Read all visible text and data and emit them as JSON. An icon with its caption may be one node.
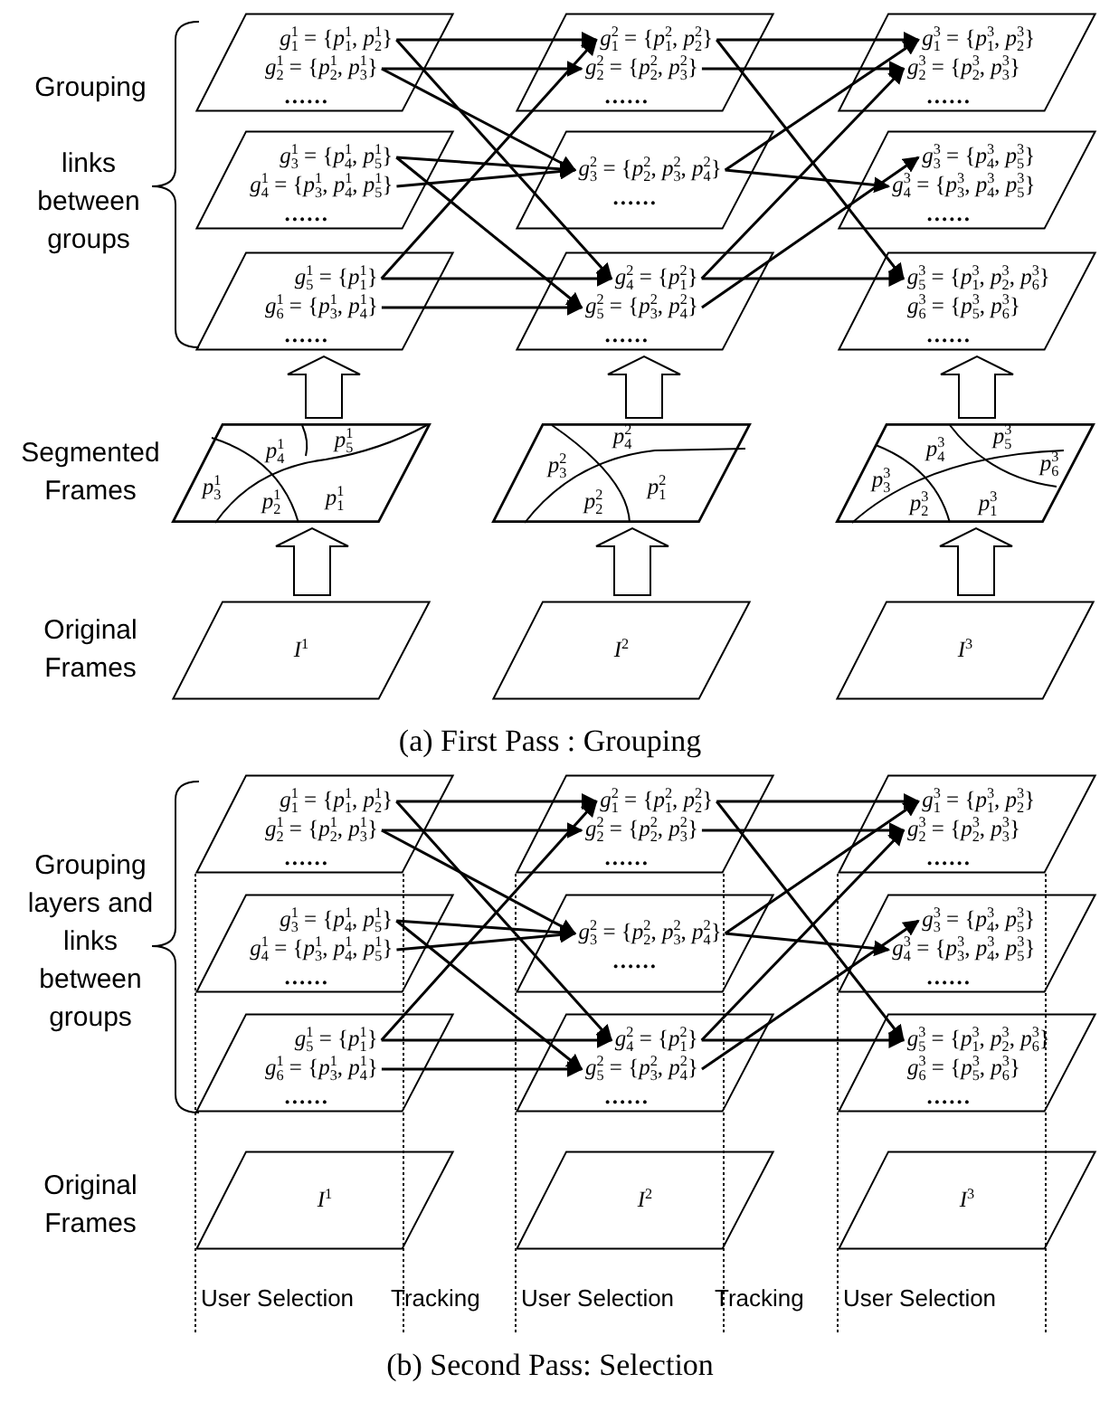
{
  "diagram": {
    "nodes": [
      {
        "text": [
          "......"
        ]
      },
      {
        "text": [
          "*g*$_{1}$$^{1}$ = {*p*$_{1}$$^{1}$, *p*$_{2}$$^{1}$}"
        ],
        "in": 0
      },
      {
        "text": [
          "*g*$_{2}$$^{1}$ = {*p*$_{2}$$^{1}$, *p*$_{3}$$^{1}$}"
        ],
        "in": 0
      },
      {
        "text": [
          "......"
        ]
      },
      {
        "text": [
          "*g*$_{1}$$^{2}$ = {*p*$_{1}$$^{2}$, *p*$_{2}$$^{2}$}"
        ],
        "in": 3
      },
      {
        "text": [
          "*g*$_{2}$$^{2}$ = {*p*$_{2}$$^{2}$, *p*$_{3}$$^{2}$}"
        ],
        "in": 3
      },
      {
        "text": [
          "......"
        ]
      },
      {
        "text": [
          "*g*$_{1}$$^{3}$ = {*p*$_{1}$$^{3}$, *p*$_{2}$$^{3}$}"
        ],
        "in": 6
      },
      {
        "text": [
          "*g*$_{2}$$^{3}$ = {*p*$_{2}$$^{3}$, *p*$_{3}$$^{3}$}"
        ],
        "in": 6
      },
      {
        "text": [
          "......"
        ]
      },
      {
        "text": [
          "*g*$_{3}$$^{1}$ = {*p*$_{4}$$^{1}$, *p*$_{5}$$^{1}$}"
        ],
        "in": 9
      },
      {
        "text": [
          "*g*$_{4}$$^{1}$ = {*p*$_{3}$$^{1}$, *p*$_{4}$$^{1}$, *p*$_{5}$$^{1}$}"
        ],
        "in": 9
      },
      {
        "text": [
          "......"
        ]
      },
      {
        "text": [
          "*g*$_{3}$$^{2}$ = {*p*$_{2}$$^{2}$, *p*$_{3}$$^{2}$, *p*$_{4}$$^{2}$}"
        ],
        "in": 12
      },
      {
        "text": [
          "......"
        ]
      },
      {
        "text": [
          "*g*$_{3}$$^{3}$ = {*p*$_{4}$$^{3}$, *p*$_{5}$$^{3}$}"
        ],
        "in": 14
      },
      {
        "text": [
          "*g*$_{4}$$^{3}$ = {*p*$_{3}$$^{3}$, *p*$_{4}$$^{3}$, *p*$_{5}$$^{3}$}"
        ],
        "in": 14
      },
      {
        "text": [
          "......"
        ]
      },
      {
        "text": [
          "*g*$_{5}$$^{1}$ = {*p*$_{1}$$^{1}$}"
        ],
        "in": 17
      },
      {
        "text": [
          "*g*$_{6}$$^{1}$ = {*p*$_{3}$$^{1}$, *p*$_{4}$$^{1}$}"
        ],
        "in": 17
      },
      {
        "text": [
          "......"
        ]
      },
      {
        "text": [
          "*g*$_{4}$$^{2}$ = {*p*$_{1}$$^{2}$}"
        ],
        "in": 20
      },
      {
        "text": [
          "*g*$_{5}$$^{2}$ = {*p*$_{3}$$^{2}$, *p*$_{4}$$^{2}$}"
        ],
        "in": 20
      },
      {
        "text": [
          "......"
        ]
      },
      {
        "text": [
          "*g*$_{5}$$^{3}$ = {*p*$_{1}$$^{3}$, *p*$_{2}$$^{3}$, *p*$_{6}$$^{3}$}"
        ],
        "in": 23
      },
      {
        "text": [
          "*g*$_{6}$$^{3}$ = {*p*$_{5}$$^{3}$, *p*$_{6}$$^{3}$}"
        ],
        "in": 23
      },
      {
        "text": [
          "*p*$_{4}$$^{1}$",
          "*p*$_{5}$$^{1}$",
          "*p*$_{3}$$^{1}$",
          "*p*$_{2}$$^{1}$",
          "*p*$_{1}$$^{1}$"
        ]
      },
      {
        "text": [
          "*p*$_{4}$$^{2}$",
          "*p*$_{3}$$^{2}$",
          "*p*$_{1}$$^{2}$",
          "*p*$_{2}$$^{2}$"
        ]
      },
      {
        "text": [
          "*p*$_{5}$$^{3}$",
          "*p*$_{4}$$^{3}$",
          "*p*$_{6}$$^{3}$",
          "*p*$_{3}$$^{3}$",
          "*p*$_{2}$$^{3}$",
          "*p*$_{1}$$^{3}$"
        ]
      },
      {
        "text": [
          "*I*$^{1}$"
        ]
      },
      {
        "text": [
          "*I*$^{2}$"
        ]
      },
      {
        "text": [
          "*I*$^{3}$"
        ]
      },
      {
        "text": [
          "......"
        ]
      },
      {
        "text": [
          "*g*$_{1}$$^{1}$ = {*p*$_{1}$$^{1}$, *p*$_{2}$$^{1}$}"
        ],
        "in": 32
      },
      {
        "text": [
          "*g*$_{2}$$^{1}$ = {*p*$_{2}$$^{1}$, *p*$_{3}$$^{1}$}"
        ],
        "in": 32
      },
      {
        "text": [
          "......"
        ]
      },
      {
        "text": [
          "*g*$_{1}$$^{2}$ = {*p*$_{1}$$^{2}$, *p*$_{2}$$^{2}$}"
        ],
        "in": 35
      },
      {
        "text": [
          "*g*$_{2}$$^{2}$ = {*p*$_{2}$$^{2}$, *p*$_{3}$$^{2}$}"
        ],
        "in": 35
      },
      {
        "text": [
          "......"
        ]
      },
      {
        "text": [
          "*g*$_{1}$$^{3}$ = {*p*$_{1}$$^{3}$, *p*$_{2}$$^{3}$}"
        ],
        "in": 38
      },
      {
        "text": [
          "*g*$_{2}$$^{3}$ = {*p*$_{2}$$^{3}$, *p*$_{3}$$^{3}$}"
        ],
        "in": 38
      },
      {
        "text": [
          "......"
        ]
      },
      {
        "text": [
          "*g*$_{3}$$^{1}$ = {*p*$_{4}$$^{1}$, *p*$_{5}$$^{1}$}"
        ],
        "in": 41
      },
      {
        "text": [
          "*g*$_{4}$$^{1}$ = {*p*$_{3}$$^{1}$, *p*$_{4}$$^{1}$, *p*$_{5}$$^{1}$}"
        ],
        "in": 41
      },
      {
        "text": [
          "......"
        ]
      },
      {
        "text": [
          "*g*$_{3}$$^{2}$ = {*p*$_{2}$$^{2}$, *p*$_{3}$$^{2}$, *p*$_{4}$$^{2}$}"
        ],
        "in": 44
      },
      {
        "text": [
          "......"
        ]
      },
      {
        "text": [
          "*g*$_{3}$$^{3}$ = {*p*$_{4}$$^{3}$, *p*$_{5}$$^{3}$}"
        ],
        "in": 46
      },
      {
        "text": [
          "*g*$_{4}$$^{3}$ = {*p*$_{3}$$^{3}$, *p*$_{4}$$^{3}$, *p*$_{5}$$^{3}$}"
        ],
        "in": 46
      },
      {
        "text": [
          "......"
        ]
      },
      {
        "text": [
          "*g*$_{5}$$^{1}$ = {*p*$_{1}$$^{1}$}"
        ],
        "in": 49
      },
      {
        "text": [
          "*g*$_{6}$$^{1}$ = {*p*$_{3}$$^{1}$, *p*$_{4}$$^{1}$}"
        ],
        "in": 49
      },
      {
        "text": [
          "......"
        ]
      },
      {
        "text": [
          "*g*$_{4}$$^{2}$ = {*p*$_{1}$$^{2}$}"
        ],
        "in": 52
      },
      {
        "text": [
          "*g*$_{5}$$^{2}$ = {*p*$_{3}$$^{2}$, *p*$_{4}$$^{2}$}"
        ],
        "in": 52
      },
      {
        "text": [
          "......"
        ]
      },
      {
        "text": [
          "*g*$_{5}$$^{3}$ = {*p*$_{1}$$^{3}$, *p*$_{2}$$^{3}$, *p*$_{6}$$^{3}$}"
        ],
        "in": 55
      },
      {
        "text": [
          "*g*$_{6}$$^{3}$ = {*p*$_{5}$$^{3}$, *p*$_{6}$$^{3}$}"
        ],
        "in": 55
      },
      {
        "text": [
          "*I*$^{1}$"
        ]
      },
      {
        "text": [
          "*I*$^{2}$"
        ]
      },
      {
        "text": [
          "*I*$^{3}$"
        ]
      }
    ],
    "edges": [
      {
        "from": 1,
        "to": 4,
        "arrow": "to"
      },
      {
        "from": 1,
        "to": 21,
        "arrow": "to"
      },
      {
        "from": 2,
        "to": 5,
        "arrow": "to"
      },
      {
        "from": 2,
        "to": 13,
        "arrow": "to"
      },
      {
        "from": 10,
        "to": 13,
        "arrow": "to"
      },
      {
        "from": 10,
        "to": 22,
        "arrow": "to"
      },
      {
        "from": 11,
        "to": 13,
        "arrow": "to"
      },
      {
        "from": 18,
        "to": 4,
        "arrow": "to"
      },
      {
        "from": 18,
        "to": 21,
        "arrow": "to"
      },
      {
        "from": 19,
        "to": 22,
        "arrow": "to"
      },
      {
        "from": 4,
        "to": 7,
        "arrow": "to"
      },
      {
        "from": 4,
        "to": 24,
        "arrow": "to"
      },
      {
        "from": 5,
        "to": 8,
        "arrow": "to"
      },
      {
        "from": 13,
        "to": 7,
        "arrow": "to"
      },
      {
        "from": 13,
        "to": 16,
        "arrow": "to"
      },
      {
        "from": 21,
        "to": 8,
        "arrow": "to"
      },
      {
        "from": 21,
        "to": 24,
        "arrow": "to"
      },
      {
        "from": 22,
        "to": 15,
        "arrow": "to"
      },
      {
        "from": 29,
        "to": 26,
        "arrow": "to"
      },
      {
        "from": 30,
        "to": 27,
        "arrow": "to"
      },
      {
        "from": 31,
        "to": 28,
        "arrow": "to"
      },
      {
        "from": 26,
        "to": 17,
        "arrow": "to"
      },
      {
        "from": 27,
        "to": 20,
        "arrow": "to"
      },
      {
        "from": 28,
        "to": 23,
        "arrow": "to"
      },
      {
        "from": 33,
        "to": 36,
        "arrow": "to"
      },
      {
        "from": 33,
        "to": 53,
        "arrow": "to"
      },
      {
        "from": 34,
        "to": 37,
        "arrow": "to"
      },
      {
        "from": 34,
        "to": 45,
        "arrow": "to"
      },
      {
        "from": 42,
        "to": 45,
        "arrow": "to"
      },
      {
        "from": 42,
        "to": 54,
        "arrow": "to"
      },
      {
        "from": 43,
        "to": 45,
        "arrow": "to"
      },
      {
        "from": 50,
        "to": 36,
        "arrow": "to"
      },
      {
        "from": 50,
        "to": 53,
        "arrow": "to"
      },
      {
        "from": 51,
        "to": 54,
        "arrow": "to"
      },
      {
        "from": 36,
        "to": 39,
        "arrow": "to"
      },
      {
        "from": 36,
        "to": 56,
        "arrow": "to"
      },
      {
        "from": 37,
        "to": 40,
        "arrow": "to"
      },
      {
        "from": 45,
        "to": 39,
        "arrow": "to"
      },
      {
        "from": 45,
        "to": 48,
        "arrow": "to"
      },
      {
        "from": 53,
        "to": 40,
        "arrow": "to"
      },
      {
        "from": 53,
        "to": 56,
        "arrow": "to"
      },
      {
        "from": 54,
        "to": 47,
        "arrow": "to"
      }
    ],
    "labels": [
      "Grouping",
      "links between groups",
      "Segmented Frames",
      "Original Frames",
      "(a) First Pass : Grouping",
      "Grouping layers and links between groups",
      "Original Frames",
      "User Selection",
      "Tracking",
      "User Selection",
      "Tracking",
      "User Selection",
      "(b) Second Pass: Selection"
    ]
  }
}
